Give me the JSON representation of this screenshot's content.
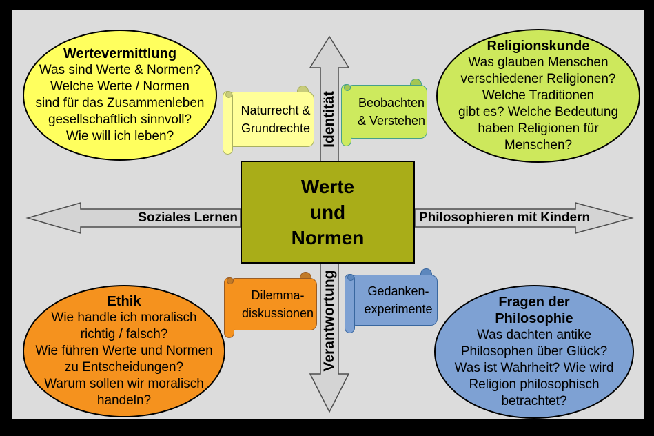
{
  "frame": {
    "bg": "#000000",
    "canvas_bg": "#dcdcdc"
  },
  "center_box": {
    "lines": [
      "Werte",
      "und",
      "Normen"
    ],
    "fill": "#a9ad18"
  },
  "arrows": {
    "fill": "#d4d4d4",
    "stroke": "#4d4d4d",
    "left_label": "Soziales Lernen",
    "right_label": "Philosophieren mit Kindern",
    "up_label": "Identität",
    "down_label": "Verantwortung"
  },
  "ellipses": {
    "top_left": {
      "title": "Wertevermittlung",
      "text": "Was sind Werte & Normen?\nWelche Werte / Normen\nsind für das Zusammenleben\ngesellschaftlich sinnvoll?\nWie will ich leben?",
      "fill": "#ffff5e",
      "border": "#000000"
    },
    "top_right": {
      "title": "Religionskunde",
      "text": "Was glauben Menschen\nverschiedener Religionen?\nWelche Traditionen\ngibt es? Welche Bedeutung\nhaben Religionen für\nMenschen?",
      "fill": "#cde85c",
      "border": "#000000"
    },
    "bottom_left": {
      "title": "Ethik",
      "text": "Wie handle ich moralisch\nrichtig / falsch?\nWie führen Werte und Normen\nzu Entscheidungen?\nWarum sollen wir moralisch\nhandeln?",
      "fill": "#f5921e",
      "border": "#000000"
    },
    "bottom_right": {
      "title": "Fragen der\nPhilosophie",
      "text": "Was dachten antike\nPhilosophen über Glück?\nWas ist Wahrheit? Wie wird\nReligion philosophisch\nbetrachtet?",
      "fill": "#7ea1d3",
      "border": "#000000"
    }
  },
  "scrolls": {
    "top_left": {
      "text": "Naturrecht &\nGrundrechte",
      "fill": "#ffff99",
      "border": "#a8b060",
      "shade": "#c8cc7a"
    },
    "top_right": {
      "text": "Beobachten\n& Verstehen",
      "fill": "#cdea5e",
      "border": "#45a08a",
      "shade": "#a4c653"
    },
    "bottom_left": {
      "text": "Dilemma-\ndiskussionen",
      "fill": "#f5921e",
      "border": "#995c24",
      "shade": "#c17a28"
    },
    "bottom_right": {
      "text": "Gedanken-\nexperimente",
      "fill": "#7ea1d3",
      "border": "#39679f",
      "shade": "#5d87bd"
    }
  }
}
